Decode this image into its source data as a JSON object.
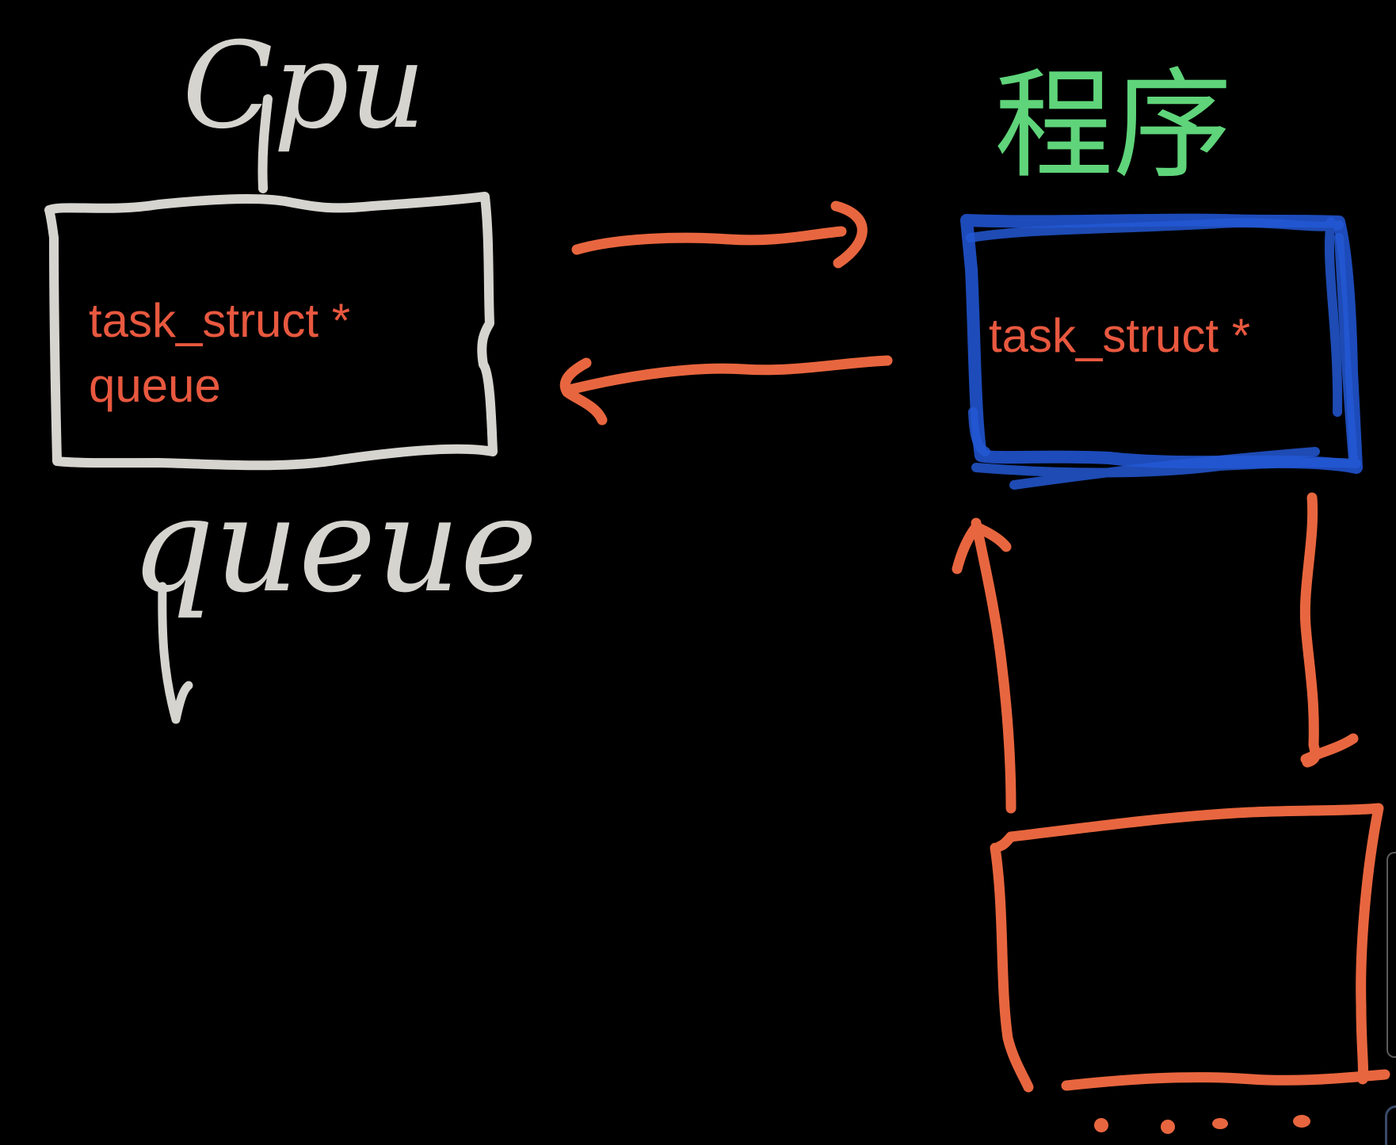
{
  "labels": {
    "cpu": "Cpu",
    "program": "程序",
    "queue": "queue"
  },
  "left_box": {
    "line1": "task_struct *",
    "line2": "queue"
  },
  "right_box": {
    "line1": "task_struct *"
  },
  "colors": {
    "background": "#000000",
    "grey_ink": "#d6d4cf",
    "orange_ink": "#e8663f",
    "text_red": "#e8583f",
    "green_ink": "#5fd47a",
    "blue_ink": "#1f4fc4"
  }
}
